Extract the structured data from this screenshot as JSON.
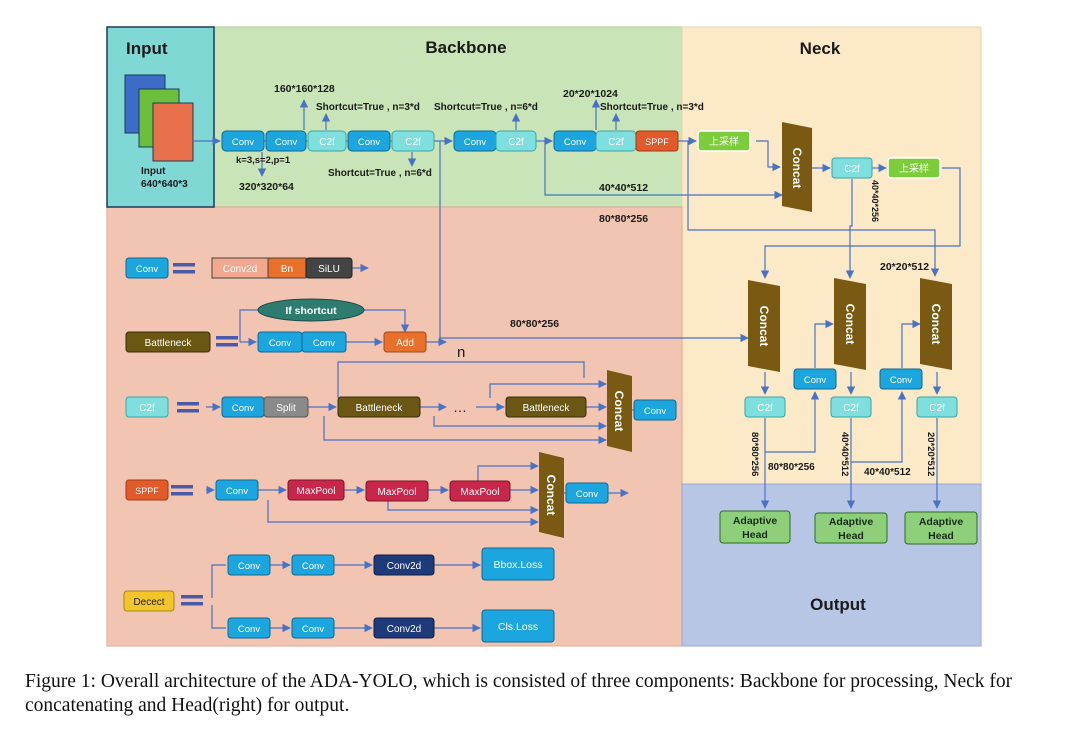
{
  "regions": {
    "input": "Input",
    "backbone": "Backbone",
    "neck": "Neck",
    "output": "Output"
  },
  "backbone": {
    "input_image_label": "Input",
    "input_image_size": "640*640*3",
    "conv_params": "k=3,s=2,p=1",
    "size_160": "160*160*128",
    "size_320": "320*320*64",
    "size_20_1024": "20*20*1024",
    "size_40_512": "40*40*512",
    "size_80_256": "80*80*256",
    "shortcut_3d": "Shortcut=True , n=3*d",
    "shortcut_6d": "Shortcut=True , n=6*d",
    "conv": "Conv",
    "c2f": "C2f",
    "sppf": "SPPF"
  },
  "neck": {
    "upsample": "上采样",
    "concat": "Concat",
    "c2f": "C2f",
    "conv": "Conv",
    "size_40_256": "40*40*256",
    "size_20_512": "20*20*512",
    "size_80_256": "80*80*256",
    "size_80_256_v": "80*80*256",
    "size_40_512_v": "40*40*512",
    "size_40_512": "40*40*512",
    "size_20_512_v": "20*20*512",
    "adaptive_head": [
      "Adaptive",
      "Head"
    ]
  },
  "legend": {
    "conv": "Conv",
    "conv2d": "Conv2d",
    "bn": "Bn",
    "silu": "SiLU",
    "battleneck": "Battleneck",
    "if_shortcut": "If shortcut",
    "add": "Add",
    "n": "n",
    "c2f": "C2f",
    "split": "Split",
    "dots": "…",
    "concat": "Concat",
    "sppf": "SPPF",
    "maxpool": "MaxPool",
    "decect": "Decect",
    "bbox_loss": "Bbox.Loss",
    "cls_loss": "Cls.Loss"
  },
  "colors": {
    "input_bg": "#7fd8d4",
    "backbone_bg": "#c9e4b6",
    "neck_bg": "#fbe9c8",
    "legend_bg": "#f2c4b2",
    "output_bg": "#b8c6e6",
    "conv": "#1ca6e0",
    "c2f": "#7fdede",
    "concat": "#7a5a12",
    "sppf": "#e05a2a",
    "upsample": "#7ccc3c",
    "maxpool": "#c8264a",
    "head": "#8ed07a",
    "battleneck": "#6b5714",
    "add": "#e8702a",
    "bn": "#e8702a",
    "silu": "#444444",
    "split": "#8a8a8a",
    "shortcut": "#2e7c70",
    "decect": "#f2c62a",
    "conv2d": "#1f3a78",
    "arrow": "#4a72c4"
  },
  "caption": "Figure 1: Overall architecture of the ADA-YOLO, which is consisted of three components: Backbone for processing, Neck for concatenating and Head(right) for output."
}
